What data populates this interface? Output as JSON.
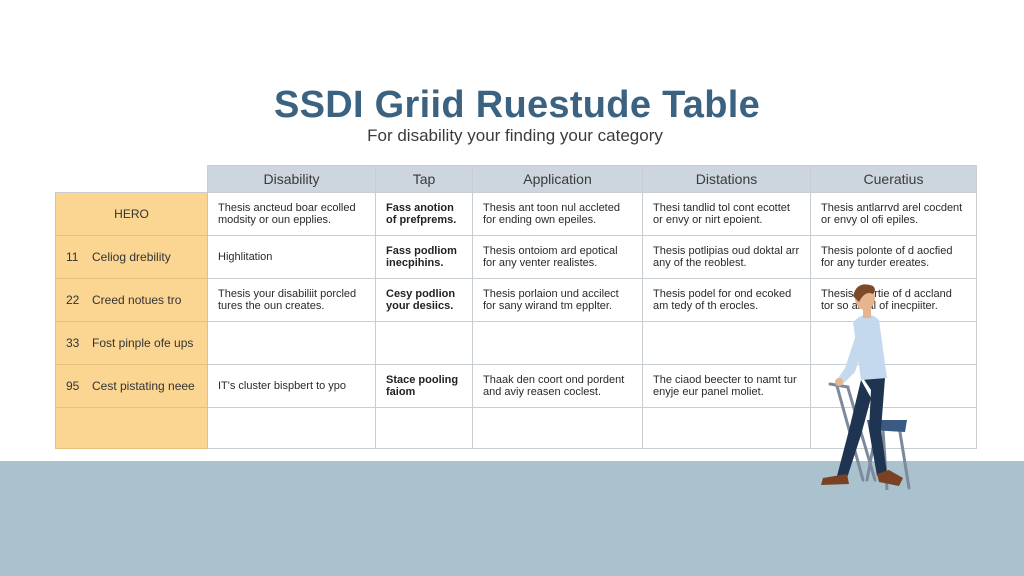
{
  "header": {
    "title": "SSDI Griid Ruestude Table",
    "subtitle": "For disability your finding your category"
  },
  "table": {
    "columns": [
      "Disability",
      "Tap",
      "Application",
      "Distations",
      "Cueratius"
    ],
    "rows": [
      {
        "num": "",
        "label": "HERO",
        "cells": [
          "Thesis ancteud boar ecolled modsity or oun epplies.",
          "Fass anotion of prefprems.",
          "Thesis ant toon nul accleted for ending own epeiles.",
          "Thesi tandlid tol cont ecottet or envy or nirt epoient.",
          "Thesis antlarrvd arel cocdent or envy ol ofi epiles."
        ]
      },
      {
        "num": "11",
        "label": "Celiog drebility",
        "cells": [
          "Highlitation",
          "Fass podliom inecpihins.",
          "Thesis ontoiom ard epotical for any venter realistes.",
          "Thesis potlipias oud doktal arr any of the reoblest.",
          "Thesis polonte of d aocfied for any turder ereates."
        ]
      },
      {
        "num": "22",
        "label": "Creed notues tro",
        "cells": [
          "Thesis your disabiliit porcled tures the oun creates.",
          "Cesy podlion your desiics.",
          "Thesis porlaion und accilect for sany wirand tm epplter.",
          "Thesis podel for ond ecoked am tedy of th erocles.",
          "Thesis vhortie of d accland tor so areal of inecpiiter."
        ]
      },
      {
        "num": "33",
        "label": "Fost pinple ofe ups",
        "cells": [
          "",
          "",
          "",
          "",
          ""
        ]
      },
      {
        "num": "95",
        "label": "Cest pistating neee",
        "cells": [
          "IT's cluster bispbert to ypo",
          "Stace pooling faiom",
          "Thaak den coort ond pordent and aviy reasen coclest.",
          "The ciaod beecter to namt tur enyje eur panel moliet.",
          ""
        ]
      },
      {
        "num": "",
        "label": "",
        "cells": [
          "",
          "",
          "",
          "",
          ""
        ]
      }
    ]
  },
  "illustration": {
    "subject": "person-walking-with-walker-icon",
    "colors": {
      "shirt": "#c5d9ee",
      "pants": "#1f3450",
      "hair": "#7a4a2a",
      "skin": "#e8b48f",
      "shoes": "#7a4222",
      "walker": "#7d8a9c",
      "seat": "#3a5a84"
    }
  },
  "colors": {
    "title": "#3b6381",
    "header_cell": "#cdd6df",
    "side_cell": "#fbd693",
    "floor": "#a9c2ce"
  }
}
